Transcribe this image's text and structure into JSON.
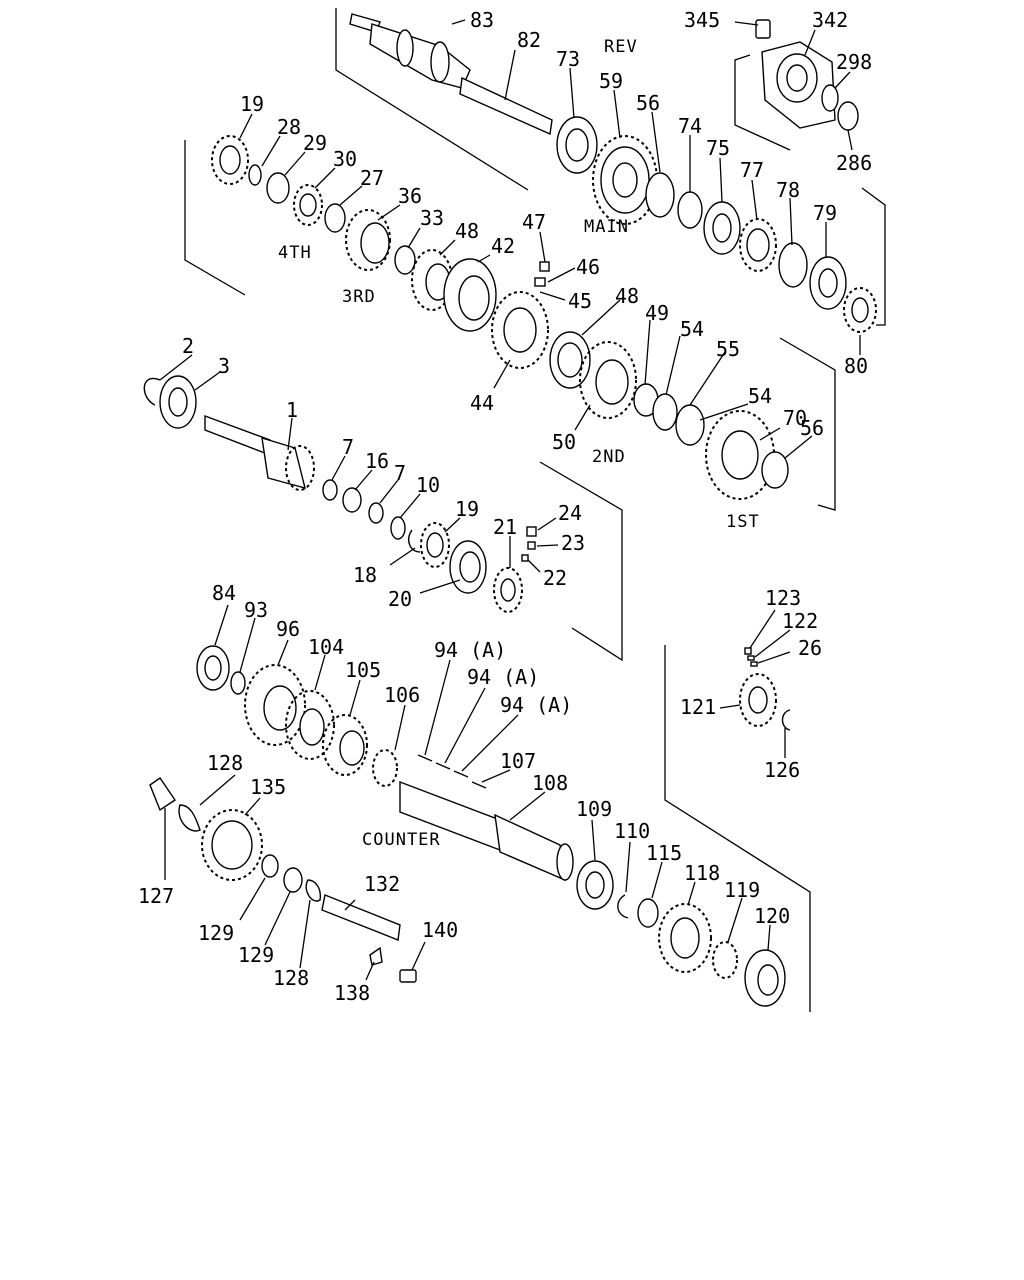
{
  "labels": {
    "p83": "83",
    "p82": "82",
    "p73": "73",
    "p59": "59",
    "p56a": "56",
    "p74": "74",
    "p75": "75",
    "p77": "77",
    "p78": "78",
    "p79": "79",
    "p80": "80",
    "p345": "345",
    "p342": "342",
    "p298": "298",
    "p286": "286",
    "p19a": "19",
    "p28": "28",
    "p29": "29",
    "p30": "30",
    "p27": "27",
    "p36": "36",
    "p33": "33",
    "p48a": "48",
    "p42": "42",
    "p47": "47",
    "p46": "46",
    "p45": "45",
    "p44": "44",
    "p48b": "48",
    "p49": "49",
    "p54a": "54",
    "p55": "55",
    "p54b": "54",
    "p70": "70",
    "p56b": "56",
    "p50": "50",
    "p2": "2",
    "p3": "3",
    "p1": "1",
    "p7a": "7",
    "p16": "16",
    "p7b": "7",
    "p10": "10",
    "p19b": "19",
    "p18": "18",
    "p20": "20",
    "p21": "21",
    "p24": "24",
    "p23": "23",
    "p22": "22",
    "p84": "84",
    "p93": "93",
    "p96": "96",
    "p104": "104",
    "p105": "105",
    "p106": "106",
    "p94a": "94 (A)",
    "p94b": "94 (A)",
    "p94c": "94 (A)",
    "p107": "107",
    "p108": "108",
    "p109": "109",
    "p110": "110",
    "p115": "115",
    "p118": "118",
    "p119": "119",
    "p120": "120",
    "p123": "123",
    "p122": "122",
    "p26": "26",
    "p121": "121",
    "p126": "126",
    "p128a": "128",
    "p135": "135",
    "p127": "127",
    "p129a": "129",
    "p129b": "129",
    "p128b": "128",
    "p132": "132",
    "p140": "140",
    "p138": "138"
  },
  "group_text": {
    "rev": "REV",
    "main": "MAIN",
    "fourth": "4TH",
    "third": "3RD",
    "second": "2ND",
    "first": "1ST",
    "counter": "COUNTER"
  }
}
